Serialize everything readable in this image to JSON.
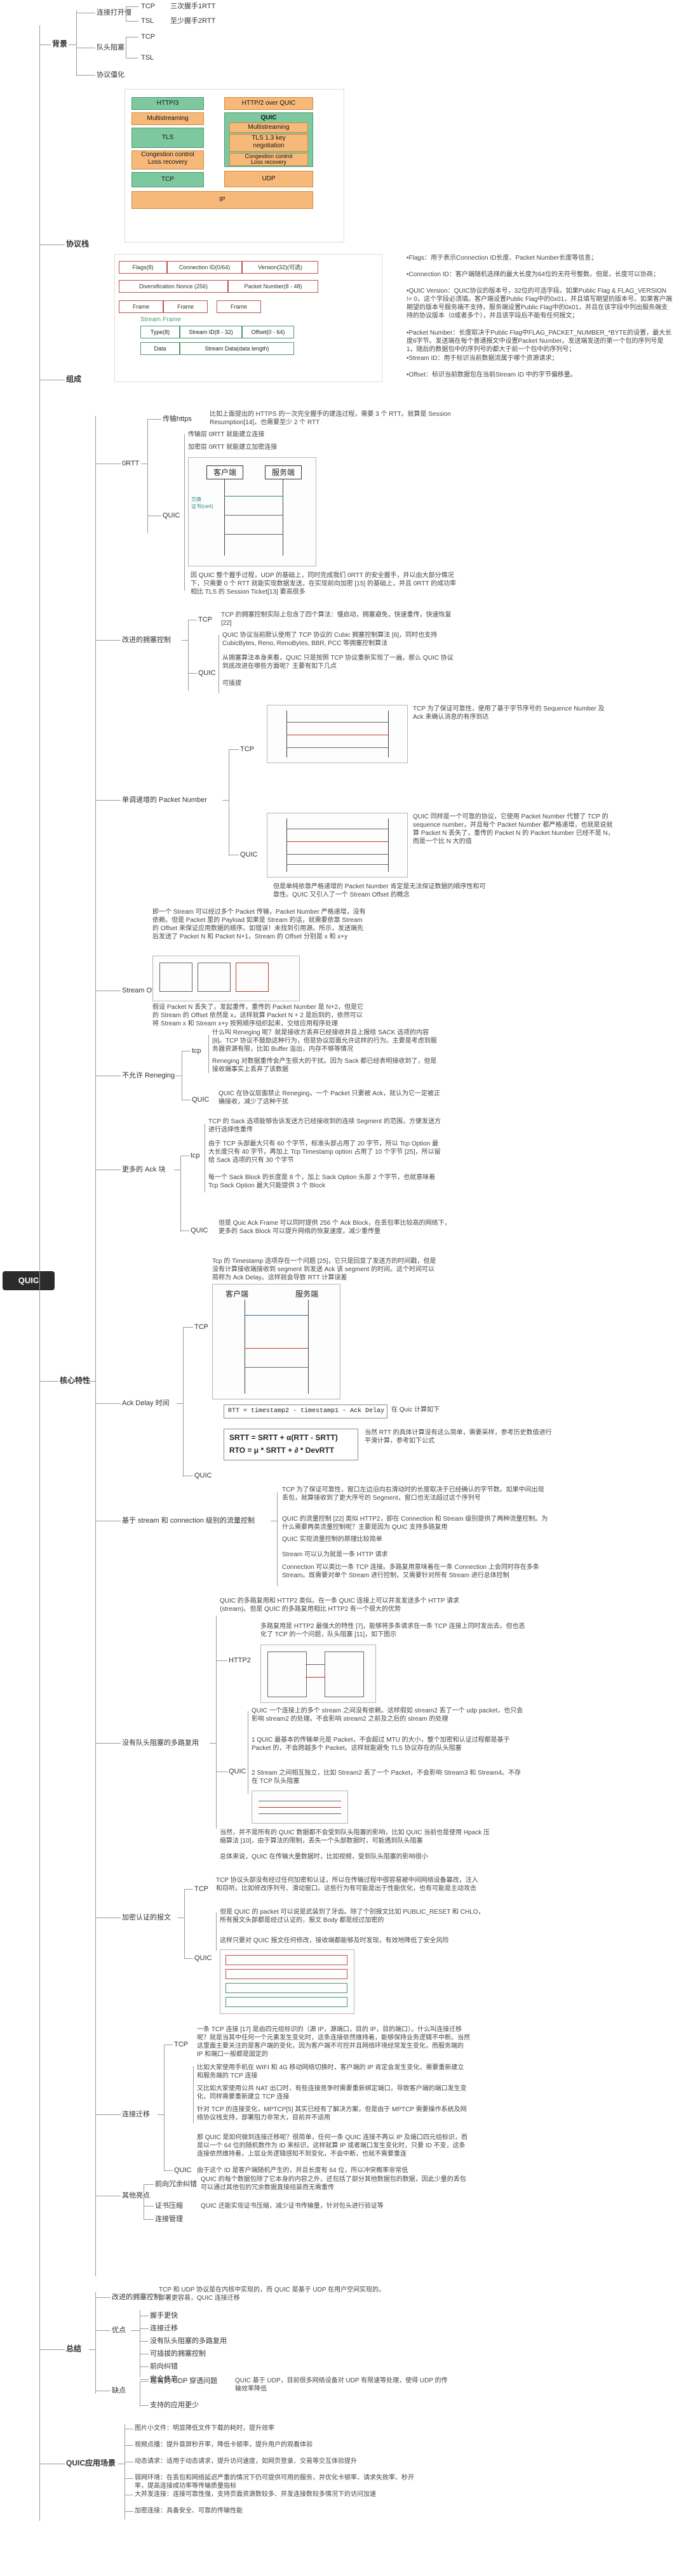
{
  "root": "QUIC",
  "sections": {
    "background": "背景",
    "protocol_stack": "协议栈",
    "frames": "组成",
    "features": "核心特性",
    "summary": "总结",
    "apps": "QUIC应用场景"
  },
  "background": {
    "tcp_tls": "连接打开慢",
    "tcp": "TCP",
    "tcp_note": "三次握手1RTT",
    "tls": "TSL",
    "tls_note": "至少握手2RTT",
    "hol": "队头阻塞",
    "hol_tcp": "TCP",
    "hol_tls": "TSL",
    "ossify": "协议僵化"
  },
  "stack": {
    "http3": "HTTP/3",
    "http2q": "HTTP/2 over QUIC",
    "quic": "QUIC",
    "mux1": "Multistreaming",
    "tls": "TLS",
    "cc1": "Congestion control\nLoss recovery",
    "mux2": "Multistreaming",
    "tls13": "TLS 1.3 key\nnegotiation",
    "cc2": "Congestion control\nLoss recovery",
    "tcp": "TCP",
    "udp": "UDP",
    "ip": "IP"
  },
  "packet": {
    "flags": "Flags(8)",
    "cid": "Connection ID(0/64)",
    "ver": "Version(32)(可选)",
    "div": "Diversification Nonce (256)",
    "pn": "Packet Number(8 - 48)",
    "frame": "Frame",
    "stream_frame": "Stream Frame",
    "type": "Type(8)",
    "sid": "Stream ID(8 - 32)",
    "off": "Offset(0 - 64)",
    "data": "Data",
    "dlen": "Stream Data(data length)",
    "desc": [
      "•Flags：用于表示Connection ID长度、Packet Number长度等信息；",
      "•Connection ID：客户端随机选择的最大长度为64位的无符号整数。但是，长度可以协商；",
      "•QUIC Version：QUIC协议的版本号，32位的可选字段。如果Public Flag & FLAG_VERSION != 0，这个字段必须填。客户端设置Public Flag中的0x01，并且填写期望的版本号。如果客户端期望的版本号服务端不支持，服务端设置Public Flag中的0x01，并且在该字段中列出服务端支持的协议版本（0或者多个），并且该字段后不能有任何报文；",
      "•Packet Number：长度取决于Public Flag中FLAG_PACKET_NUMBER_*BYTE的设置，最大长度6字节。发送端在每个普通报文中设置Packet Number。发送端发送的第一个包的序列号是1，随后的数据包中的序列号的都大于前一个包中的序列号；",
      "•Stream ID：用于标识当前数据流属于哪个资源请求；",
      "•Offset：标识当前数据包在当前Stream ID 中的字节偏移量。"
    ]
  },
  "features": {
    "f1": "0RTT",
    "f1_a": "传输https",
    "f1_a_note": "比如上面提出的 HTTPS 的一次完全握手的建连过程，需要 3 个 RTT。就算是 Session Resumption[14]，也需要至少 2 个 RTT",
    "f1_b": "QUIC",
    "f1_b1": "传输层 0RTT 就能建立连接",
    "f1_b2": "加密层 0RTT 就能建立加密连接",
    "f1_client": "客户端",
    "f1_server": "服务端",
    "f1_cert": "交换\n证书(cert)",
    "f1_note": "因 QUIC 整个握手过程，UDP 的基础上，同时完成我们 0RTT 的安全握手，并以由大部分情况下，只需要 0 个 RTT 就能实现数据发送，在实现前向加密 [15] 的基础上，并且 0RTT 的成功率相比 TLS 的 Session Ticket[13] 要高很多",
    "f2": "改进的拥塞控制",
    "f2_tcp": "TCP",
    "f2_tcp_note": "TCP 的拥塞控制实际上包含了四个算法：慢启动，拥塞避免，快速重传，快速恢复 [22]",
    "f2_quic": "QUIC",
    "f2_q1": "QUIC 协议当前默认使用了 TCP 协议的 Cubic 拥塞控制算法 [6]，同时也支持 CubicBytes, Reno, RenoBytes, BBR, PCC 等拥塞控制算法",
    "f2_q2": "从拥塞算法本身来看，QUIC 只是按照 TCP 协议重新实现了一遍，那么 QUIC 协议到底改进在哪些方面呢？主要有如下几点",
    "f2_q3": "可插拔",
    "f3": "单调递增的 Packet Number",
    "f3_tcp": "TCP",
    "f3_tcp_note": "TCP 为了保证可靠性，使用了基于字节序号的 Sequence Number 及 Ack 来确认消息的有序到达",
    "f3_quic": "QUIC",
    "f3_quic_note": "QUIC 同样是一个可靠的协议，它使用 Packet Number 代替了 TCP 的 sequence number，并且每个 Packet Number 都严格递增，也就是说就算 Packet N 丢失了，重传的 Packet N 的 Packet Number 已经不是 N，而是一个比 N 大的值",
    "f3_quic_note2": "但是单纯依靠严格递增的 Packet Number 肯定是无法保证数据的顺序性和可靠性。QUIC 又引入了一个 Stream Offset 的概念",
    "f4": "Stream Offset",
    "f4_note": "即一个 Stream 可以经过多个 Packet 传输，Packet Number 严格递增，没有依赖。但是 Packet 里的 Payload 如果是 Stream 的话，就需要依靠 Stream 的 Offset 来保证应用数据的顺序。如错误！未找到引用源。所示，发送端先后发送了 Packet N 和 Packet N+1，Stream 的 Offset 分别是 x 和 x+y",
    "f4_note2": "假设 Packet N 丢失了，发起重传，重传的 Packet Number 是 N+2，但是它的 Stream 的 Offset 依然是 x，这样就算 Packet N + 2 是后到的，依然可以将 Stream x 和 Stream x+y 按照顺序组织起来，交给应用程序处理",
    "f5": "不允许 Reneging",
    "f5_tcp": "tcp",
    "f5_tcp_note": "什么叫 Reneging 呢？就是接收方丢弃已经接收并且上报给 SACK 选项的内容 [8]。TCP 协议不鼓励这种行为，但是协议层面允许这样的行为。主要是考虑到服务器资源有限，比如 Buffer 溢出，内存不够等情况",
    "f5_tcp_note2": "Reneging 对数据重传会产生很大的干扰。因为 Sack 都已经表明接收到了，但是接收端事实上丢弃了该数据",
    "f5_quic": "QUIC",
    "f5_quic_note": "QUIC 在协议层面禁止 Reneging，一个 Packet 只要被 Ack，就认为它一定被正确接收，减少了这种干扰",
    "f6": "更多的 Ack 块",
    "f6_tcp": "tcp",
    "f6_t1": "TCP 的 Sack 选项能够告诉发送方已经接收到的连续 Segment 的范围，方便发送方进行选择性重传",
    "f6_t2": "由于 TCP 头部最大只有 60 个字节，标准头部占用了 20 字节，所以 Tcp Option 最大长度只有 40 字节，再加上 Tcp Timestamp option 占用了 10 个字节 [25]，所以留给 Sack 选项的只有 30 个字节",
    "f6_t3": "每一个 Sack Block 的长度是 8 个，加上 Sack Option 头部 2 个字节，也就意味着 Tcp Sack Option 最大只能提供 3 个 Block",
    "f6_quic": "QUIC",
    "f6_q1": "但是 Quic Ack Frame 可以同时提供 256 个 Ack Block，在丢包率比较高的网络下，更多的 Sack Block 可以提升网络的恢复速度，减少重传量",
    "f7": "Ack Delay 时间",
    "f7_tcp": "TCP",
    "f7_tcp_note": "Tcp 的 Timestamp 选项存在一个问题 [25]，它只是回显了发送方的时间戳，但是没有计算接收端接收到 segment 到发送 Ack 该 segment 的时间。这个时间可以简称为 Ack Delay。这样就会导致 RTT 计算误差",
    "f7_quic": "QUIC",
    "f7_rtt": "RTT = timestamp2 - timestamp1 - Ack Delay",
    "f7_rtt_note": "当然 RTT 的具体计算没有这么简单，需要采样，参考历史数值进行平滑计算，参考如下公式",
    "f7_srtt": "SRTT = SRTT + α(RTT - SRTT)",
    "f7_rto": "RTO = μ * SRTT + ∂ * DevRTT",
    "f7_quic_note": "在 Quic 计算如下",
    "f8": "基于 stream 和 connection 级别的流量控制",
    "f8_1": "TCP 为了保证可靠性，窗口左边沿向右滑动时的长度取决于已经确认的字节数。如果中间出现丢包，就算接收到了更大序号的 Segment，窗口也无法超过这个序列号",
    "f8_2": "QUIC 的流量控制 [22] 类似 HTTP2，即在 Connection 和 Stream 级别提供了两种流量控制。为什么需要两类流量控制呢？主要是因为 QUIC 支持多路复用",
    "f8_3": "QUIC 实现流量控制的原理比较简单",
    "f8_4": "Stream 可以认为就是一条 HTTP 请求",
    "f8_5": "Connection 可以类比一条 TCP 连接。多路复用意味着在一条 Connection 上会同时存在多条 Stream。既需要对单个 Stream 进行控制，又需要针对所有 Stream 进行总体控制",
    "f9": "没有队头阻塞的多路复用",
    "f9_1": "QUIC 的多路复用和 HTTP2 类似。在一条 QUIC 连接上可以并发发送多个 HTTP 请求 (stream)。但是 QUIC 的多路复用相比 HTTP2 有一个很大的优势",
    "f9_http2": "HTTP2",
    "f9_http2_note": "多路复用是 HTTP2 最强大的特性 [7]，能够将多条请求在一条 TCP 连接上同时发出去。但也恶化了 TCP 的一个问题，队头阻塞 [11]，如下图示",
    "f9_quic": "QUIC",
    "f9_q1": "QUIC 一个连接上的多个 stream 之间没有依赖。这样假如 stream2 丢了一个 udp packet，也只会影响 stream2 的处理。不会影响 stream2 之前及之后的 stream 的处理",
    "f9_q2": "1 QUIC 最基本的传输单元是 Packet，不会超过 MTU 的大小，整个加密和认证过程都是基于 Packet 的，不会跨越多个 Packet。这样就能避免 TLS 协议存在的队头阻塞",
    "f9_q3": "2 Stream 之间相互独立，比如 Stream2 丢了一个 Packet，不会影响 Stream3 和 Stream4。不存在 TCP 队头阻塞",
    "f9_q4": "当然，并不是所有的 QUIC 数据都不会受到队头阻塞的影响，比如 QUIC 当前也是使用 Hpack 压缩算法 [10]，由于算法的限制，丢失一个头部数据时，可能遇到队头阻塞",
    "f9_q5": "总体来说，QUIC 在传输大量数据时，比如视频，受到队头阻塞的影响很小",
    "f10": "加密认证的报文",
    "f10_tcp": "TCP",
    "f10_tcp_note": "TCP 协议头部没有经过任何加密和认证，所以在传输过程中很容易被中间网络设备篡改，注入和窃听。比如修改序列号、滑动窗口。这些行为有可能是出于性能优化，也有可能是主动攻击",
    "f10_quic": "QUIC",
    "f10_q1": "但是 QUIC 的 packet 可以说是武装到了牙齿。除了个别报文比如 PUBLIC_RESET 和 CHLO，所有报文头部都是经过认证的，报文 Body 都是经过加密的",
    "f10_q2": "这样只要对 QUIC 报文任何修改，接收端都能够及时发现，有效地降低了安全风险",
    "f11": "连接迁移",
    "f11_tcp": "TCP",
    "f11_tcp_note": "一条 TCP 连接 [17] 是由四元组标识的（源 IP，源端口，目的 IP，目的端口）。什么叫连接迁移呢？就是当其中任何一个元素发生变化时，这条连接依然维持着，能够保持业务逻辑不中断。当然这里面主要关注的是客户端的变化，因为客户端不可控并且网络环境经常发生变化，而服务端的 IP 和端口一般都是固定的",
    "f11_1": "比如大家使用手机在 WIFI 和 4G 移动网络切换时，客户端的 IP 肯定会发生变化，需要重新建立和服务端的 TCP 连接",
    "f11_2": "又比如大家使用公共 NAT 出口时，有些连接竞争时需要重新绑定端口，导致客户端的端口发生变化，同样需要重新建立 TCP 连接",
    "f11_3": "针对 TCP 的连接变化，MPTCP[5] 其实已经有了解决方案，但是由于 MPTCP 需要操作系统及网络协议栈支持，部署阻力非常大，目前并不适用",
    "f11_quic": "QUIC",
    "f11_q1": "那 QUIC 是如何做到连接迁移呢？很简单，任何一条 QUIC 连接不再以 IP 及端口四元组标识，而是以一个 64 位的随机数作为 ID 来标识，这样就算 IP 或者端口发生变化时，只要 ID 不变，这条连接依然维持着，上层业务逻辑感知不到变化，不会中断，也就不需要重连",
    "f11_q2": "由于这个 ID 是客户端随机产生的，并且长度有 64 位，所以冲突概率非常低",
    "f12": "其他亮点",
    "f12_1": "前向冗余纠错",
    "f12_1_note": "QUIC 的每个数据包除了它本身的内容之外，还包括了部分其他数据包的数据，因此少量的丢包可以通过其他包的冗余数据直接组装而无需重传",
    "f12_2": "证书压缩",
    "f12_2_note": "QUIC 还能实现证书压缩，减少证书传输量，针对包头进行验证等",
    "f12_3": "连接管理",
    "summary": {
      "s1": "改进的拥塞控制",
      "s2": "优点",
      "s2_items": [
        "TCP 和 UDP 协议是在内核中实现的，而 QUIC 是基于 UDP 在用户空间实现的。部署更容易，QUIC 连接迁移"
      ],
      "s3": "缺点",
      "s3_items": [
        "握手更快",
        "连接迁移",
        "没有队头阻塞的多路复用",
        "可插拔的拥塞控制",
        "前向纠错",
        "安全性高"
      ],
      "s4": "现有的 UDP 穿透问题",
      "s4_note": "QUIC 基于 UDP，目前很多网络设备对 UDP 有限速等处理，使得 UDP 的传输效率降低",
      "s5": "支持的应用更少"
    },
    "apps": [
      "图片小文件：明显降低文件下载的耗时，提升效率",
      "视频点播：提升首屏秒开率，降低卡顿率，提升用户的观看体验",
      "动态请求：适用于动态请求，提升访问速度，如网页登录、交易等交互体验提升",
      "弱网环境：在丢包和网络延迟严重的情况下仍可提供可用的服务，并优化卡顿率、请求失败率、秒开率，提高连接成功率等传输质量指标",
      "大并发连接：连接可靠性强，支持页面资源数较多、并发连接数较多情况下的访问加速",
      "加密连接：具备安全、可靠的传输性能"
    ]
  }
}
